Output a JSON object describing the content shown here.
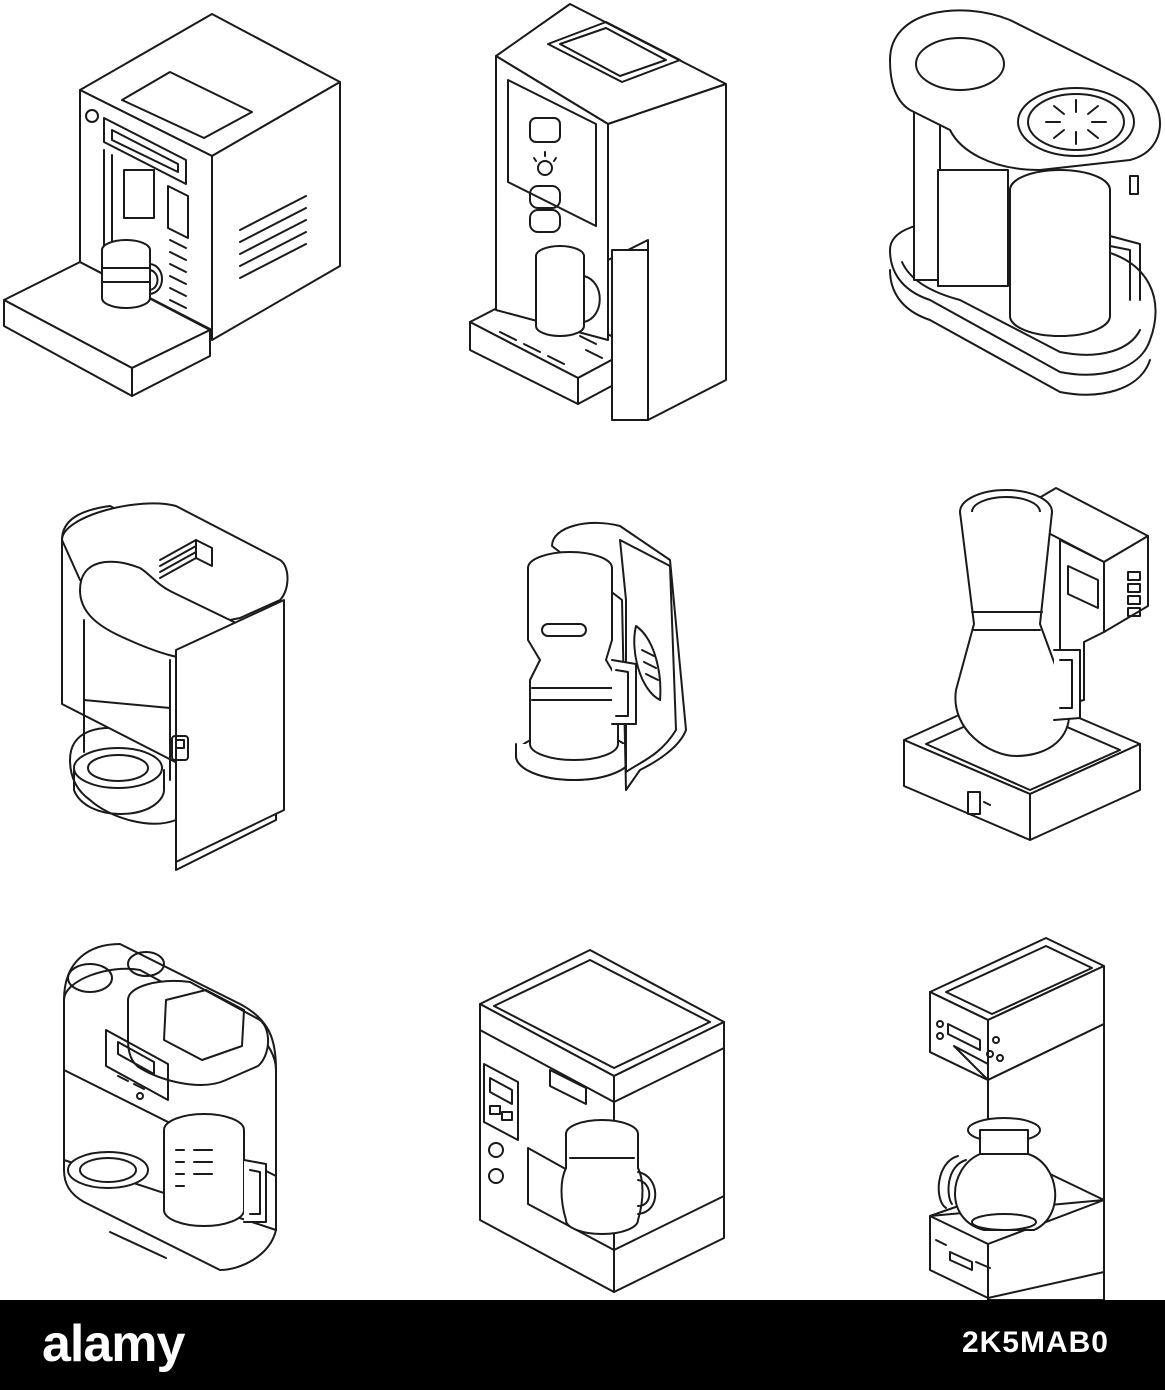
{
  "footer": {
    "brand": "alamy",
    "stock_id": "2K5MAB0",
    "background": "#000000",
    "text_color": "#ffffff"
  },
  "illustrations": [
    {
      "name": "espresso-machine-icon",
      "row": 1,
      "col": 1
    },
    {
      "name": "pod-coffee-maker-icon",
      "row": 1,
      "col": 2
    },
    {
      "name": "dual-tank-brewer-icon",
      "row": 1,
      "col": 3
    },
    {
      "name": "single-serve-brewer-icon",
      "row": 2,
      "col": 1
    },
    {
      "name": "cone-drip-brewer-icon",
      "row": 2,
      "col": 2
    },
    {
      "name": "pour-over-brewer-icon",
      "row": 2,
      "col": 3
    },
    {
      "name": "programmable-drip-coffee-maker-icon",
      "row": 3,
      "col": 1
    },
    {
      "name": "box-drip-coffee-maker-icon",
      "row": 3,
      "col": 2
    },
    {
      "name": "commercial-coffee-brewer-icon",
      "row": 3,
      "col": 3
    }
  ],
  "colors": {
    "background": "#ffffff",
    "line": "#1a1a1a"
  }
}
